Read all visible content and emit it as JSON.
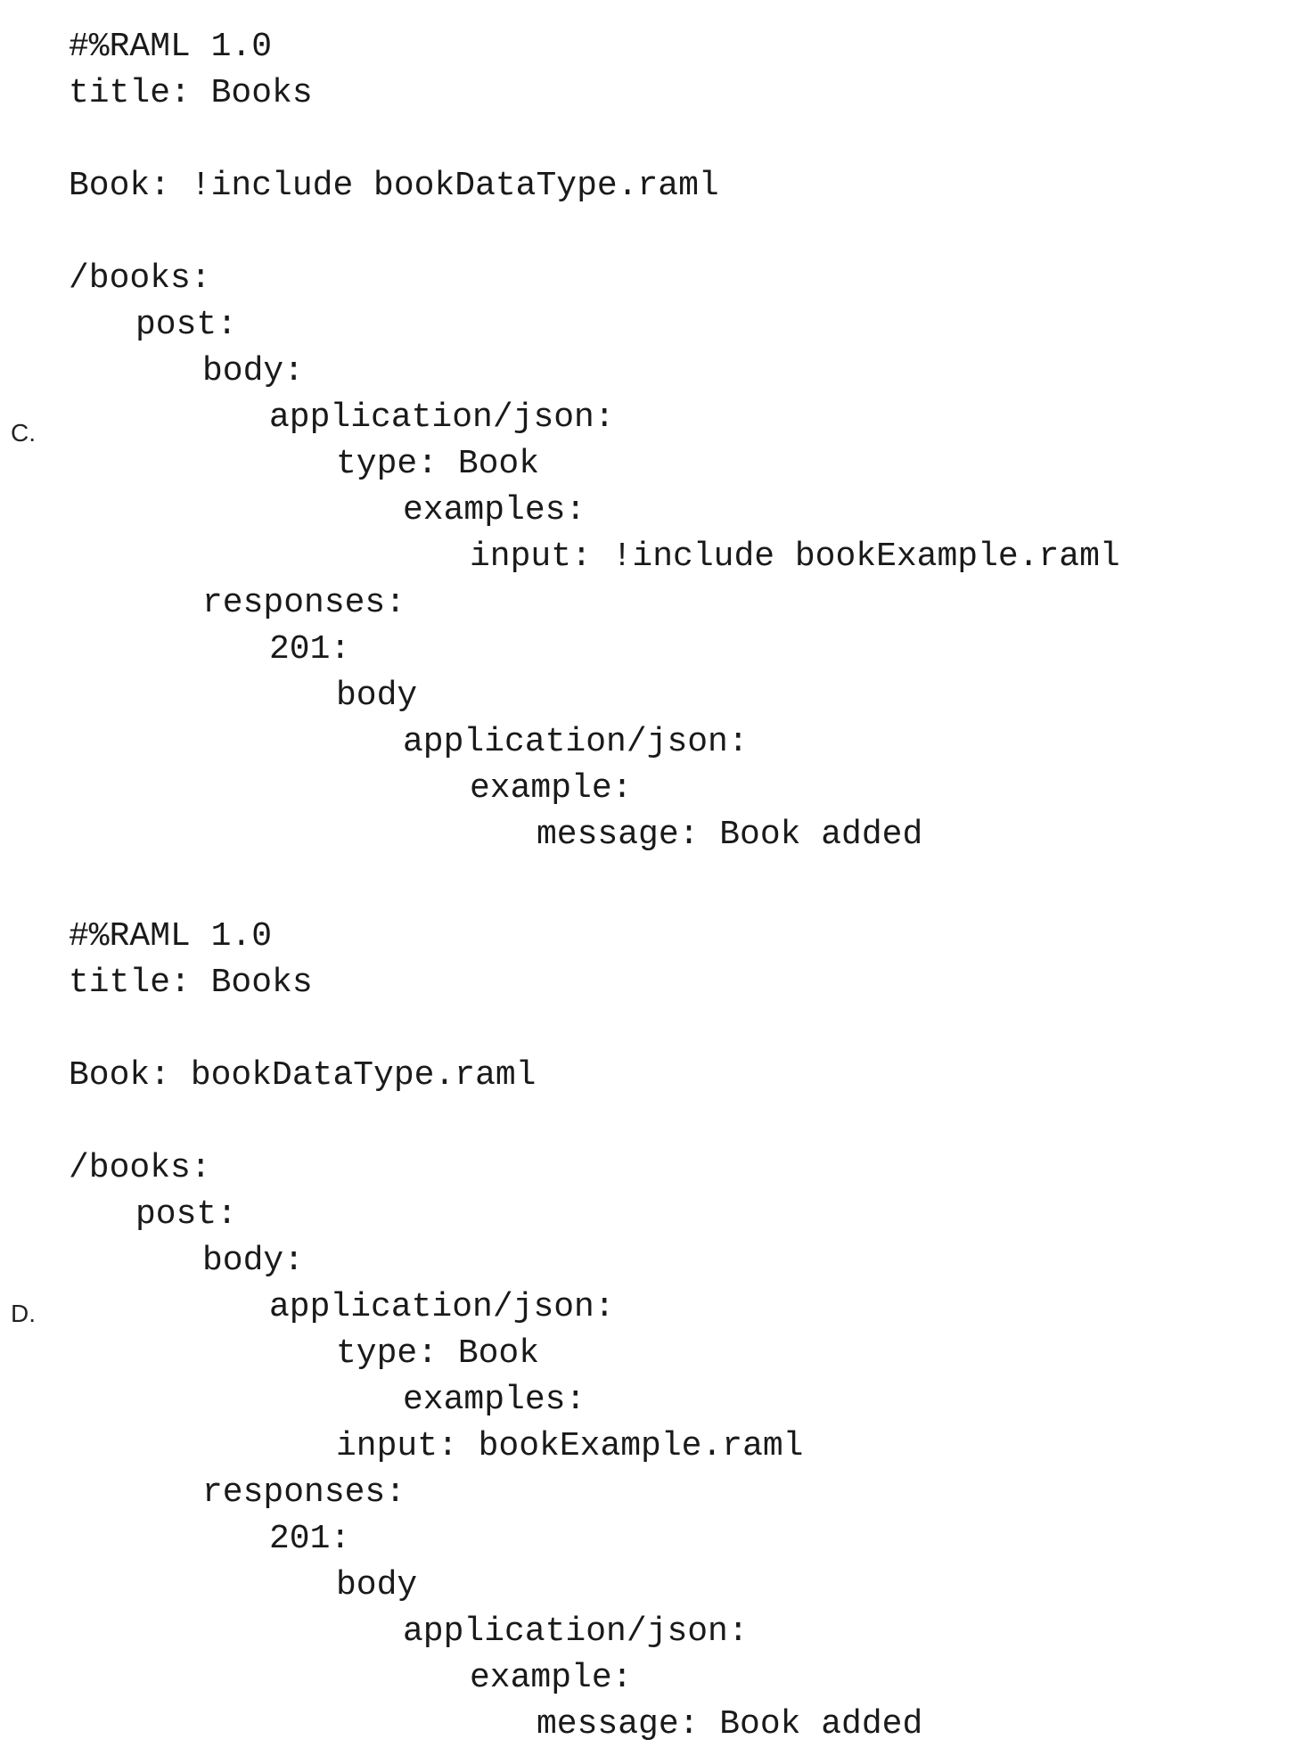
{
  "options": [
    {
      "letter": "C.",
      "lines": [
        {
          "text": "#%RAML 1.0",
          "indent": 0
        },
        {
          "text": "title: Books",
          "indent": 0
        },
        {
          "text": "",
          "indent": 0
        },
        {
          "text": "Book: !include bookDataType.raml",
          "indent": 0
        },
        {
          "text": "",
          "indent": 0
        },
        {
          "text": "/books:",
          "indent": 0
        },
        {
          "text": "post:",
          "indent": 1
        },
        {
          "text": "body:",
          "indent": 2
        },
        {
          "text": "application/json:",
          "indent": 3
        },
        {
          "text": "type: Book",
          "indent": 4
        },
        {
          "text": "examples:",
          "indent": 5
        },
        {
          "text": "input: !include bookExample.raml",
          "indent": 6
        },
        {
          "text": "responses:",
          "indent": 2
        },
        {
          "text": "201:",
          "indent": 3
        },
        {
          "text": "body",
          "indent": 4
        },
        {
          "text": "application/json:",
          "indent": 5
        },
        {
          "text": "example:",
          "indent": 6
        },
        {
          "text": "message: Book added",
          "indent": 7
        }
      ]
    },
    {
      "letter": "D.",
      "lines": [
        {
          "text": "#%RAML 1.0",
          "indent": 0
        },
        {
          "text": "title: Books",
          "indent": 0
        },
        {
          "text": "",
          "indent": 0
        },
        {
          "text": "Book: bookDataType.raml",
          "indent": 0
        },
        {
          "text": "",
          "indent": 0
        },
        {
          "text": "/books:",
          "indent": 0
        },
        {
          "text": "post:",
          "indent": 1
        },
        {
          "text": "body:",
          "indent": 2
        },
        {
          "text": "application/json:",
          "indent": 3
        },
        {
          "text": "type: Book",
          "indent": 4
        },
        {
          "text": "examples:",
          "indent": 5
        },
        {
          "text": "input: bookExample.raml",
          "indent": 4
        },
        {
          "text": "responses:",
          "indent": 2
        },
        {
          "text": "201:",
          "indent": 3
        },
        {
          "text": "body",
          "indent": 4
        },
        {
          "text": "application/json:",
          "indent": 5
        },
        {
          "text": "example:",
          "indent": 6
        },
        {
          "text": "message: Book added",
          "indent": 7
        }
      ]
    }
  ]
}
